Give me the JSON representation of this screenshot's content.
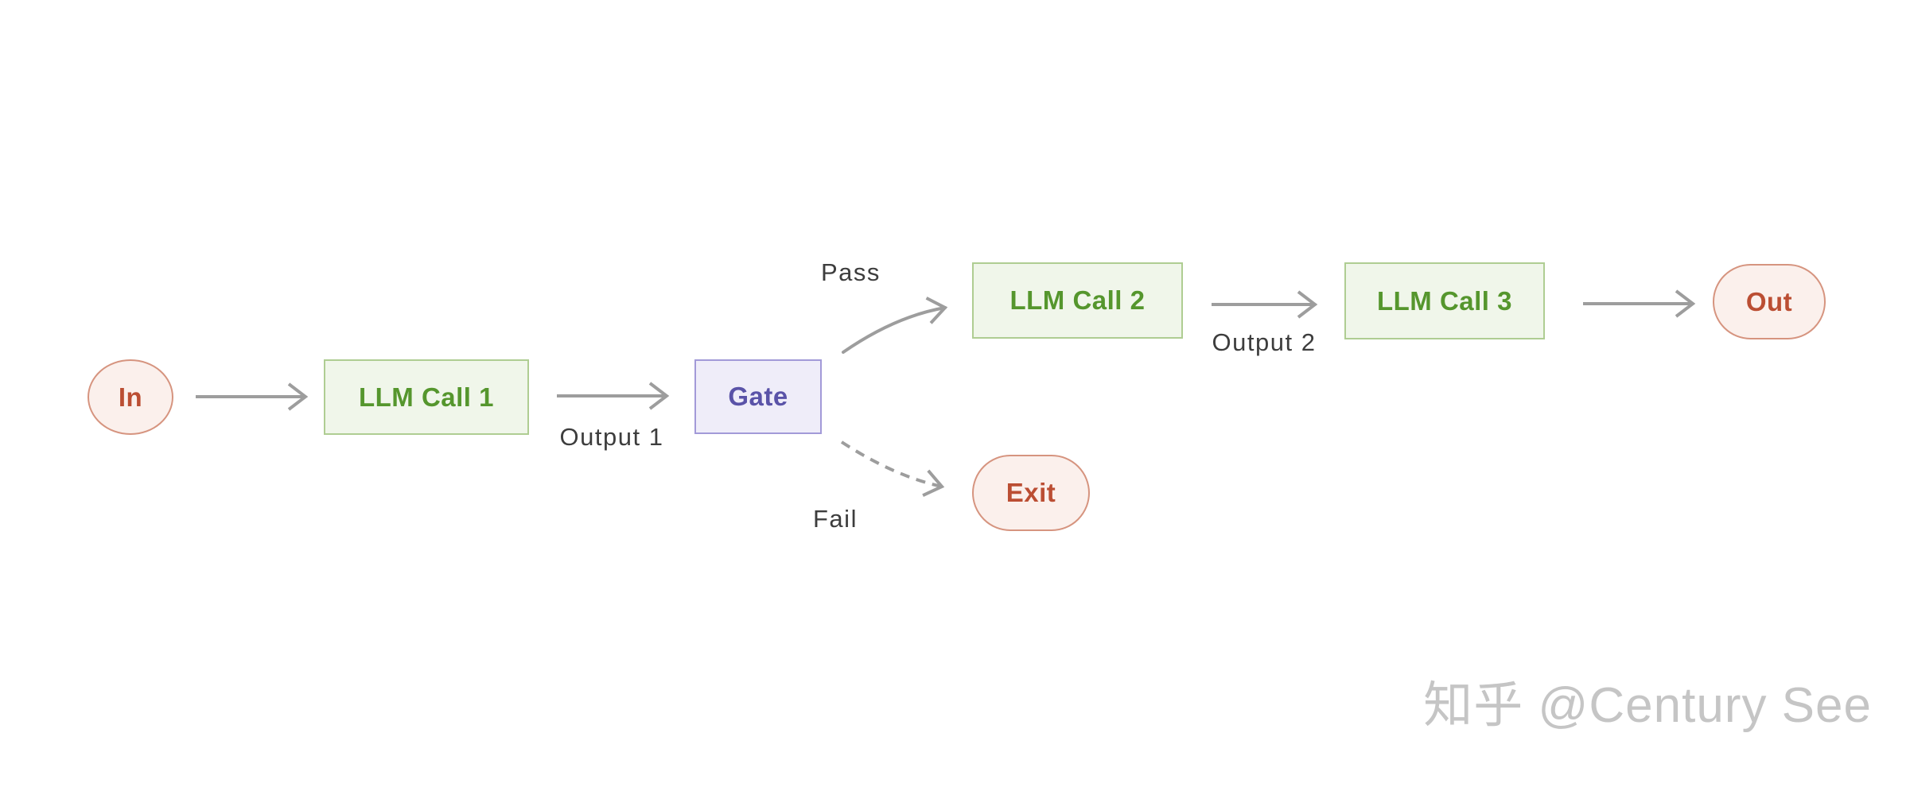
{
  "diagram": {
    "nodes": {
      "in": {
        "label": "In"
      },
      "llm1": {
        "label": "LLM Call 1"
      },
      "gate": {
        "label": "Gate"
      },
      "llm2": {
        "label": "LLM Call 2"
      },
      "llm3": {
        "label": "LLM Call 3"
      },
      "out": {
        "label": "Out"
      },
      "exit": {
        "label": "Exit"
      }
    },
    "edge_labels": {
      "output1": "Output 1",
      "output2": "Output 2",
      "pass": "Pass",
      "fail": "Fail"
    },
    "colors": {
      "process_fill": "#f0f6ea",
      "process_border": "#afcd92",
      "process_text": "#55962d",
      "decision_fill": "#efedf9",
      "decision_border": "#a29ad8",
      "decision_text": "#5a53a8",
      "terminal_fill": "#fbf0ec",
      "terminal_border": "#d6947f",
      "terminal_text": "#bb4e33",
      "edge_stroke": "#9d9d9d",
      "edge_label_text": "#3d3d3d",
      "watermark_text": "#c5c5c5",
      "background": "#ffffff"
    }
  },
  "watermark": {
    "text": "知乎 @Century See"
  }
}
